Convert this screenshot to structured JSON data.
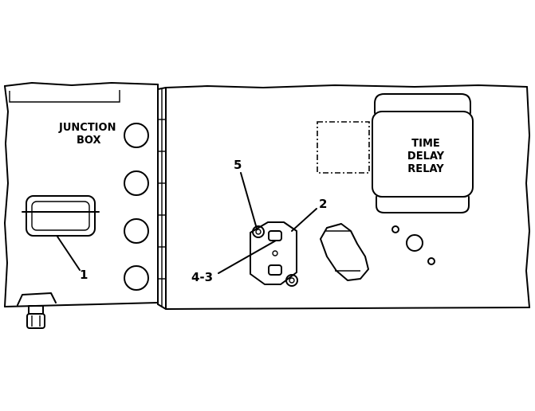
{
  "labels": {
    "junction_box_line1": "JUNCTION",
    "junction_box_line2": "BOX",
    "time_delay_line1": "TIME",
    "time_delay_line2": "DELAY",
    "time_delay_line3": "RELAY",
    "callout_1": "1",
    "callout_2": "2",
    "callout_4_3": "4-3",
    "callout_5": "5"
  },
  "colors": {
    "ink": "#000000",
    "paper": "#ffffff"
  }
}
